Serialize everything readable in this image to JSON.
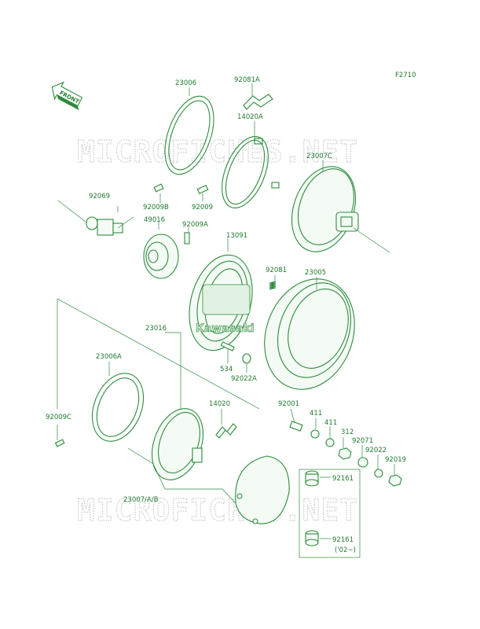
{
  "diagram": {
    "figure_code": "F2710",
    "front_marker": "FRONT",
    "watermark_text": "MICROFICHES.NET",
    "brand_logo_text": "Kawasaki",
    "colors": {
      "line": "#2e8b3e",
      "label": "#1f7a2e",
      "watermark": "#c9c9c9"
    },
    "parts": [
      {
        "id": "p-23006",
        "label": "23006"
      },
      {
        "id": "p-92081a",
        "label": "92081A"
      },
      {
        "id": "p-14020a",
        "label": "14020A"
      },
      {
        "id": "p-23007c",
        "label": "23007C"
      },
      {
        "id": "p-92069",
        "label": "92069"
      },
      {
        "id": "p-92009b",
        "label": "92009B"
      },
      {
        "id": "p-92009",
        "label": "92009"
      },
      {
        "id": "p-49016",
        "label": "49016"
      },
      {
        "id": "p-92009a",
        "label": "92009A"
      },
      {
        "id": "p-13091",
        "label": "13091"
      },
      {
        "id": "p-92081",
        "label": "92081"
      },
      {
        "id": "p-23005",
        "label": "23005"
      },
      {
        "id": "p-23016",
        "label": "23016"
      },
      {
        "id": "p-23006a",
        "label": "23006A"
      },
      {
        "id": "p-534",
        "label": "534"
      },
      {
        "id": "p-92022a",
        "label": "92022A"
      },
      {
        "id": "p-14020",
        "label": "14020"
      },
      {
        "id": "p-92001",
        "label": "92001"
      },
      {
        "id": "p-411a",
        "label": "411"
      },
      {
        "id": "p-411b",
        "label": "411"
      },
      {
        "id": "p-312",
        "label": "312"
      },
      {
        "id": "p-92071",
        "label": "92071"
      },
      {
        "id": "p-92022",
        "label": "92022"
      },
      {
        "id": "p-92019",
        "label": "92019"
      },
      {
        "id": "p-92009c",
        "label": "92009C"
      },
      {
        "id": "p-92161a",
        "label": "92161"
      },
      {
        "id": "p-23007ab",
        "label": "23007/A/B"
      },
      {
        "id": "p-92161b",
        "label": "92161"
      },
      {
        "id": "p-92161b-note",
        "label": "('02~)"
      }
    ]
  }
}
